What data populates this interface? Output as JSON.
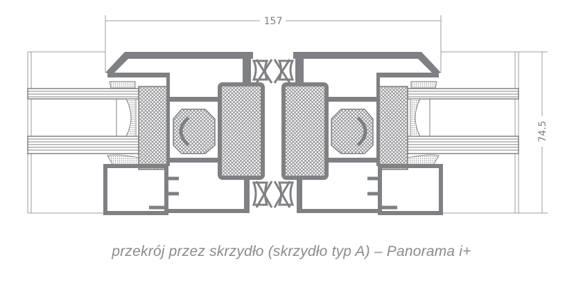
{
  "diagram": {
    "dimension_width": "157",
    "dimension_height": "74.5",
    "caption": "przekrój przez skrzydło (skrzydło typ A) – Panorama i+",
    "colors": {
      "profile": "#7f8083",
      "hatch": "#8a8b8e",
      "line": "#9a9b9e"
    }
  }
}
